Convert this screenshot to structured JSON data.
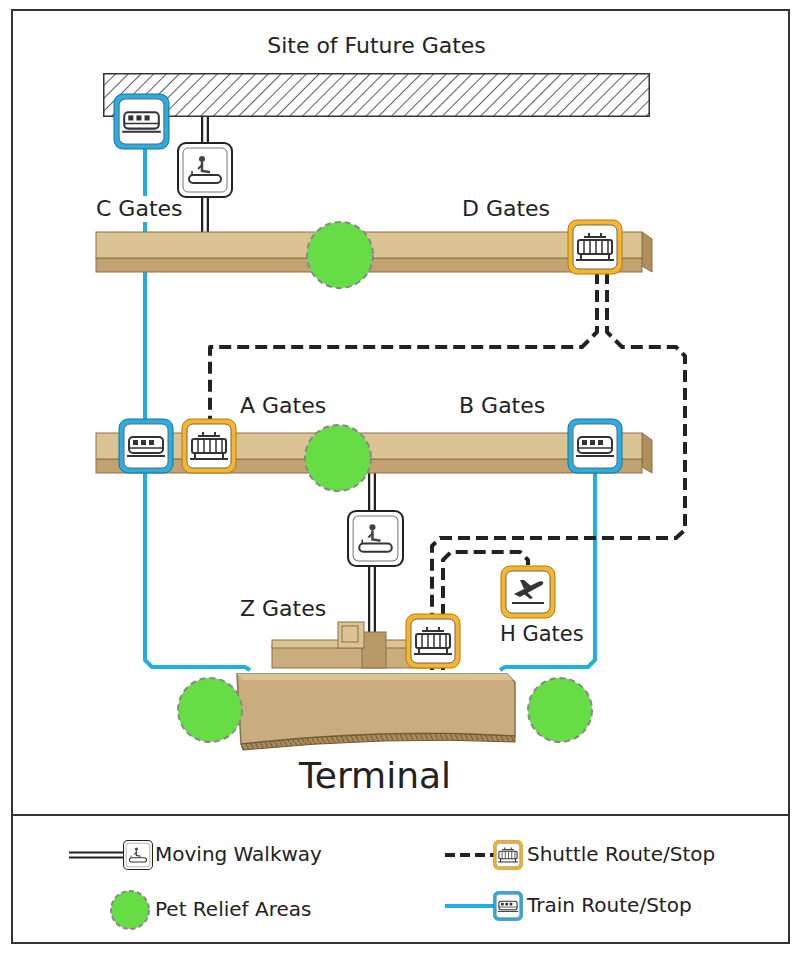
{
  "diagram": {
    "nodes": [
      {
        "text": [
          "Site of Future Gates"
        ]
      },
      {
        "text": [
          "C Gates",
          "D Gates"
        ]
      },
      {
        "text": [
          "A Gates",
          "B Gates"
        ]
      },
      {
        "text": [
          "Z Gates"
        ]
      },
      {
        "text": [
          "H Gates"
        ]
      },
      {
        "text": [
          "Terminal"
        ]
      }
    ],
    "edges": [
      {
        "from": 0,
        "to": 2,
        "arrow": "none"
      },
      {
        "from": 2,
        "to": 5,
        "arrow": "none"
      },
      {
        "from": 2,
        "to": 5,
        "arrow": "none"
      },
      {
        "from": 1,
        "to": 2,
        "arrow": "none"
      },
      {
        "from": 1,
        "to": 5,
        "arrow": "none"
      },
      {
        "from": 5,
        "to": 4,
        "arrow": "none"
      },
      {
        "from": 0,
        "to": 1,
        "arrow": "none"
      },
      {
        "from": 2,
        "to": 3,
        "arrow": "none"
      }
    ],
    "legend": [
      {
        "text": "Moving Walkway"
      },
      {
        "text": "Pet Relief Areas",
        "color": "#66dd44"
      },
      {
        "text": "Shuttle Route/Stop"
      },
      {
        "text": "Train Route/Stop"
      }
    ]
  }
}
